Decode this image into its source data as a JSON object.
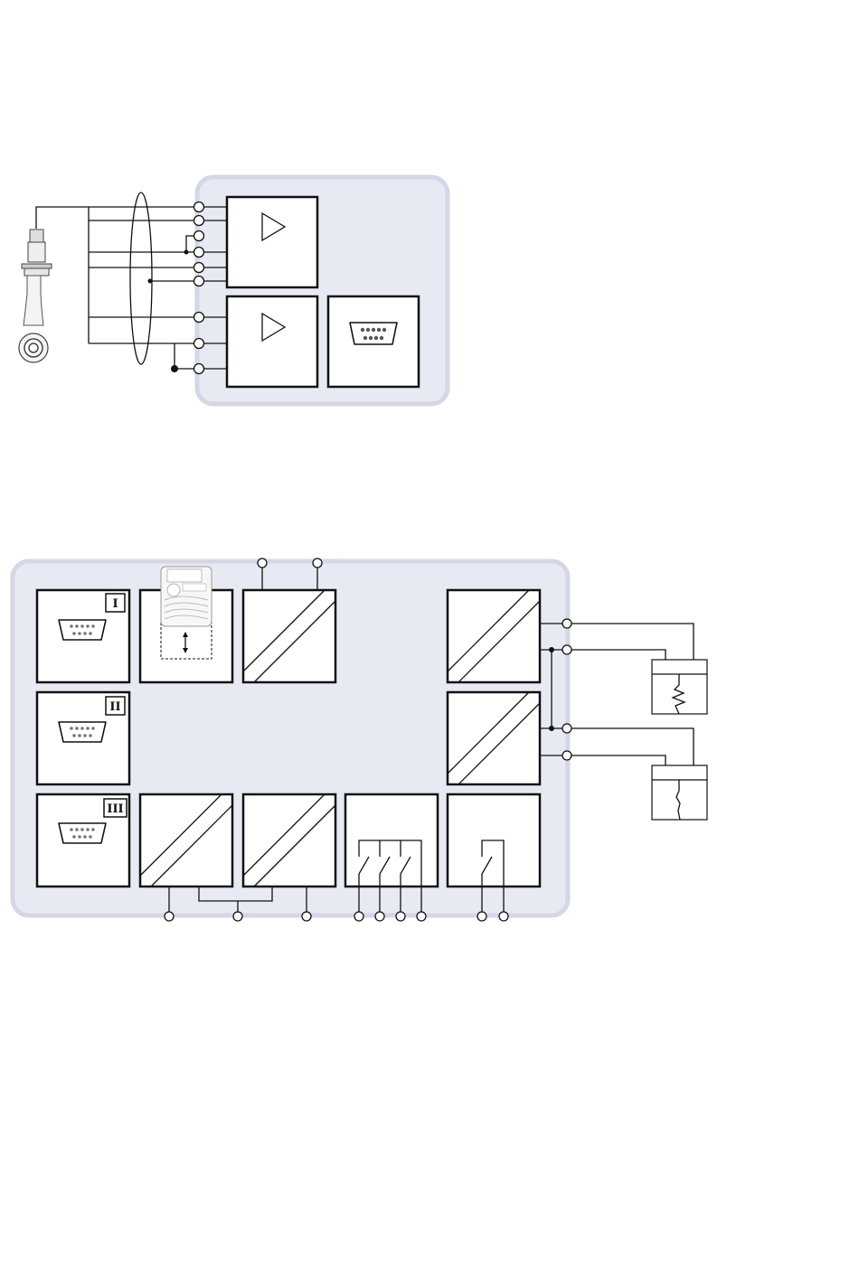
{
  "diagram": {
    "top": {
      "amplifier_modules": 2,
      "interface_modules": 1,
      "sensor": "sensor-probe-icon"
    },
    "bottom": {
      "interface_ports": [
        {
          "roman": "I"
        },
        {
          "roman": "II"
        },
        {
          "roman": "III"
        }
      ],
      "display_module": "display-card-icon",
      "converter_modules": 5,
      "relay_modules": 2,
      "load_elements": 2
    },
    "colors": {
      "panel_fill": "#e8eaf3",
      "panel_border": "#d3d7e6",
      "line": "#111111"
    }
  }
}
